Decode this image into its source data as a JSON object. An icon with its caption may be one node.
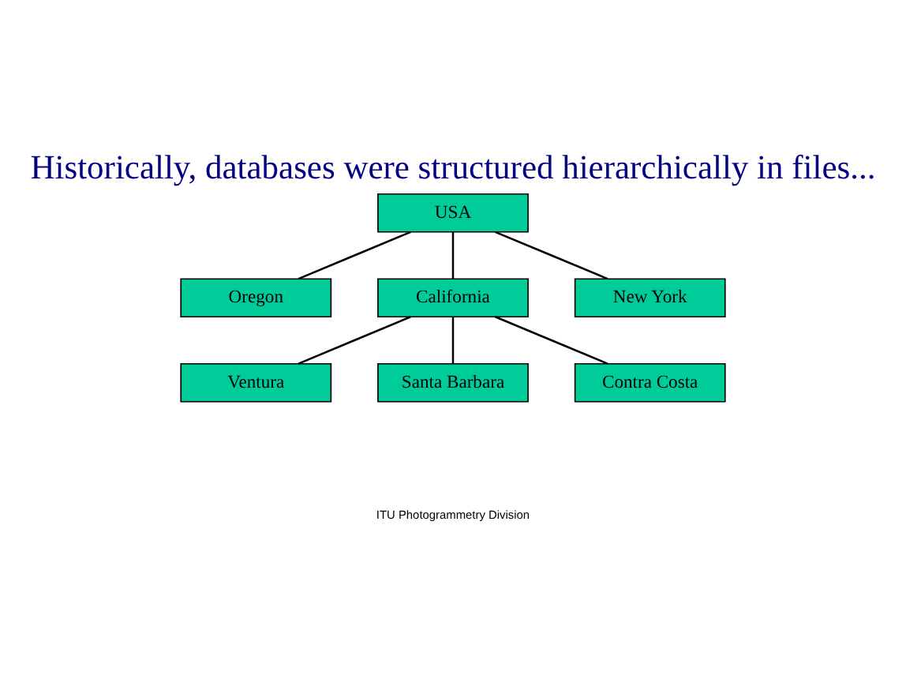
{
  "diagram": {
    "title": "Historically, databases were structured hierarchically in files...",
    "nodes": [
      {
        "text": [
          "USA"
        ]
      },
      {
        "text": [
          "Oregon"
        ]
      },
      {
        "text": [
          "California"
        ]
      },
      {
        "text": [
          "New York"
        ]
      },
      {
        "text": [
          "Ventura"
        ]
      },
      {
        "text": [
          "Santa Barbara"
        ]
      },
      {
        "text": [
          "Contra Costa"
        ]
      }
    ],
    "edges": [
      {
        "from": 0,
        "to": 1,
        "arrow": "none"
      },
      {
        "from": 0,
        "to": 2,
        "arrow": "none"
      },
      {
        "from": 0,
        "to": 3,
        "arrow": "none"
      },
      {
        "from": 2,
        "to": 4,
        "arrow": "none"
      },
      {
        "from": 2,
        "to": 5,
        "arrow": "none"
      },
      {
        "from": 2,
        "to": 6,
        "arrow": "none"
      }
    ],
    "labels": [
      "ITU Photogrammetry Division"
    ]
  }
}
